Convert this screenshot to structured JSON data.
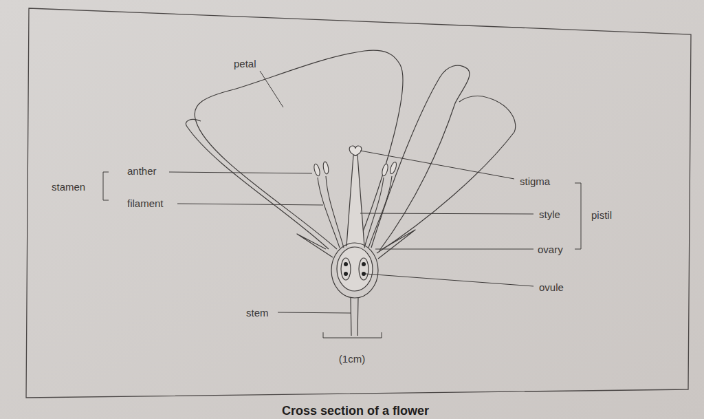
{
  "diagram": {
    "caption": "Cross section of a flower",
    "labels": [
      "petal",
      "stamen",
      "anther",
      "filament",
      "stigma",
      "style",
      "pistil",
      "ovary",
      "ovule",
      "stem",
      "(1cm)"
    ]
  }
}
